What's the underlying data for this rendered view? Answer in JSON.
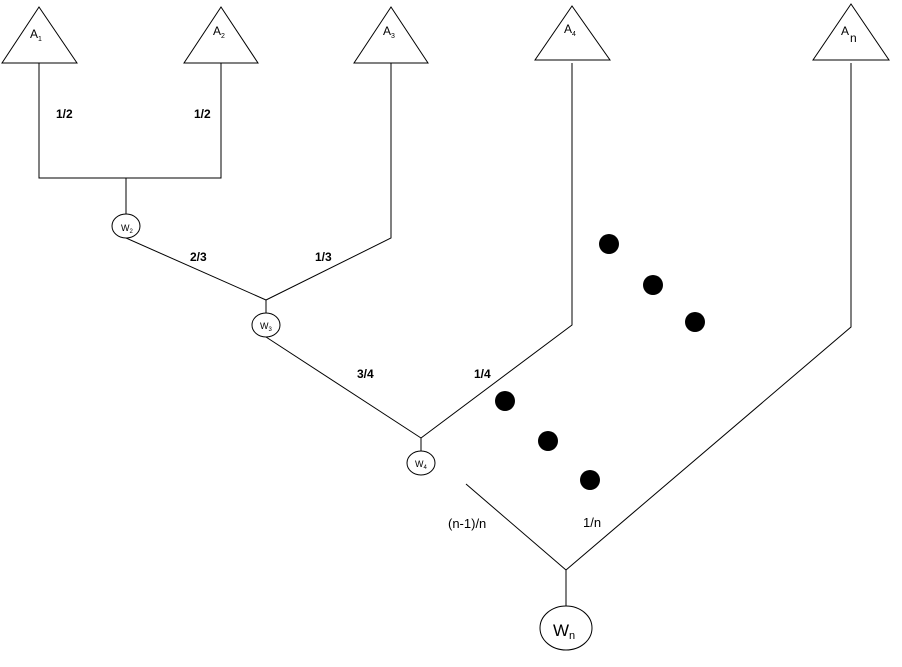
{
  "colors": {
    "line": "#000000",
    "background": "#ffffff",
    "dot": "#000000"
  },
  "leaves": [
    {
      "name": "A",
      "index": "1"
    },
    {
      "name": "A",
      "index": "2"
    },
    {
      "name": "A",
      "index": "3"
    },
    {
      "name": "A",
      "index": "4"
    },
    {
      "name": "A",
      "index": "n"
    }
  ],
  "nodes": [
    {
      "name": "W",
      "index": "2"
    },
    {
      "name": "W",
      "index": "3"
    },
    {
      "name": "W",
      "index": "4"
    },
    {
      "name": "W",
      "index": "n"
    }
  ],
  "weights": {
    "a1": "1/2",
    "a2": "1/2",
    "w2": "2/3",
    "a3": "1/3",
    "w3": "3/4",
    "a4": "1/4",
    "wprev": "(n-1)/n",
    "an": "1/n"
  },
  "ellipsis_groups": 2,
  "ellipsis_dots_per_group": 3
}
